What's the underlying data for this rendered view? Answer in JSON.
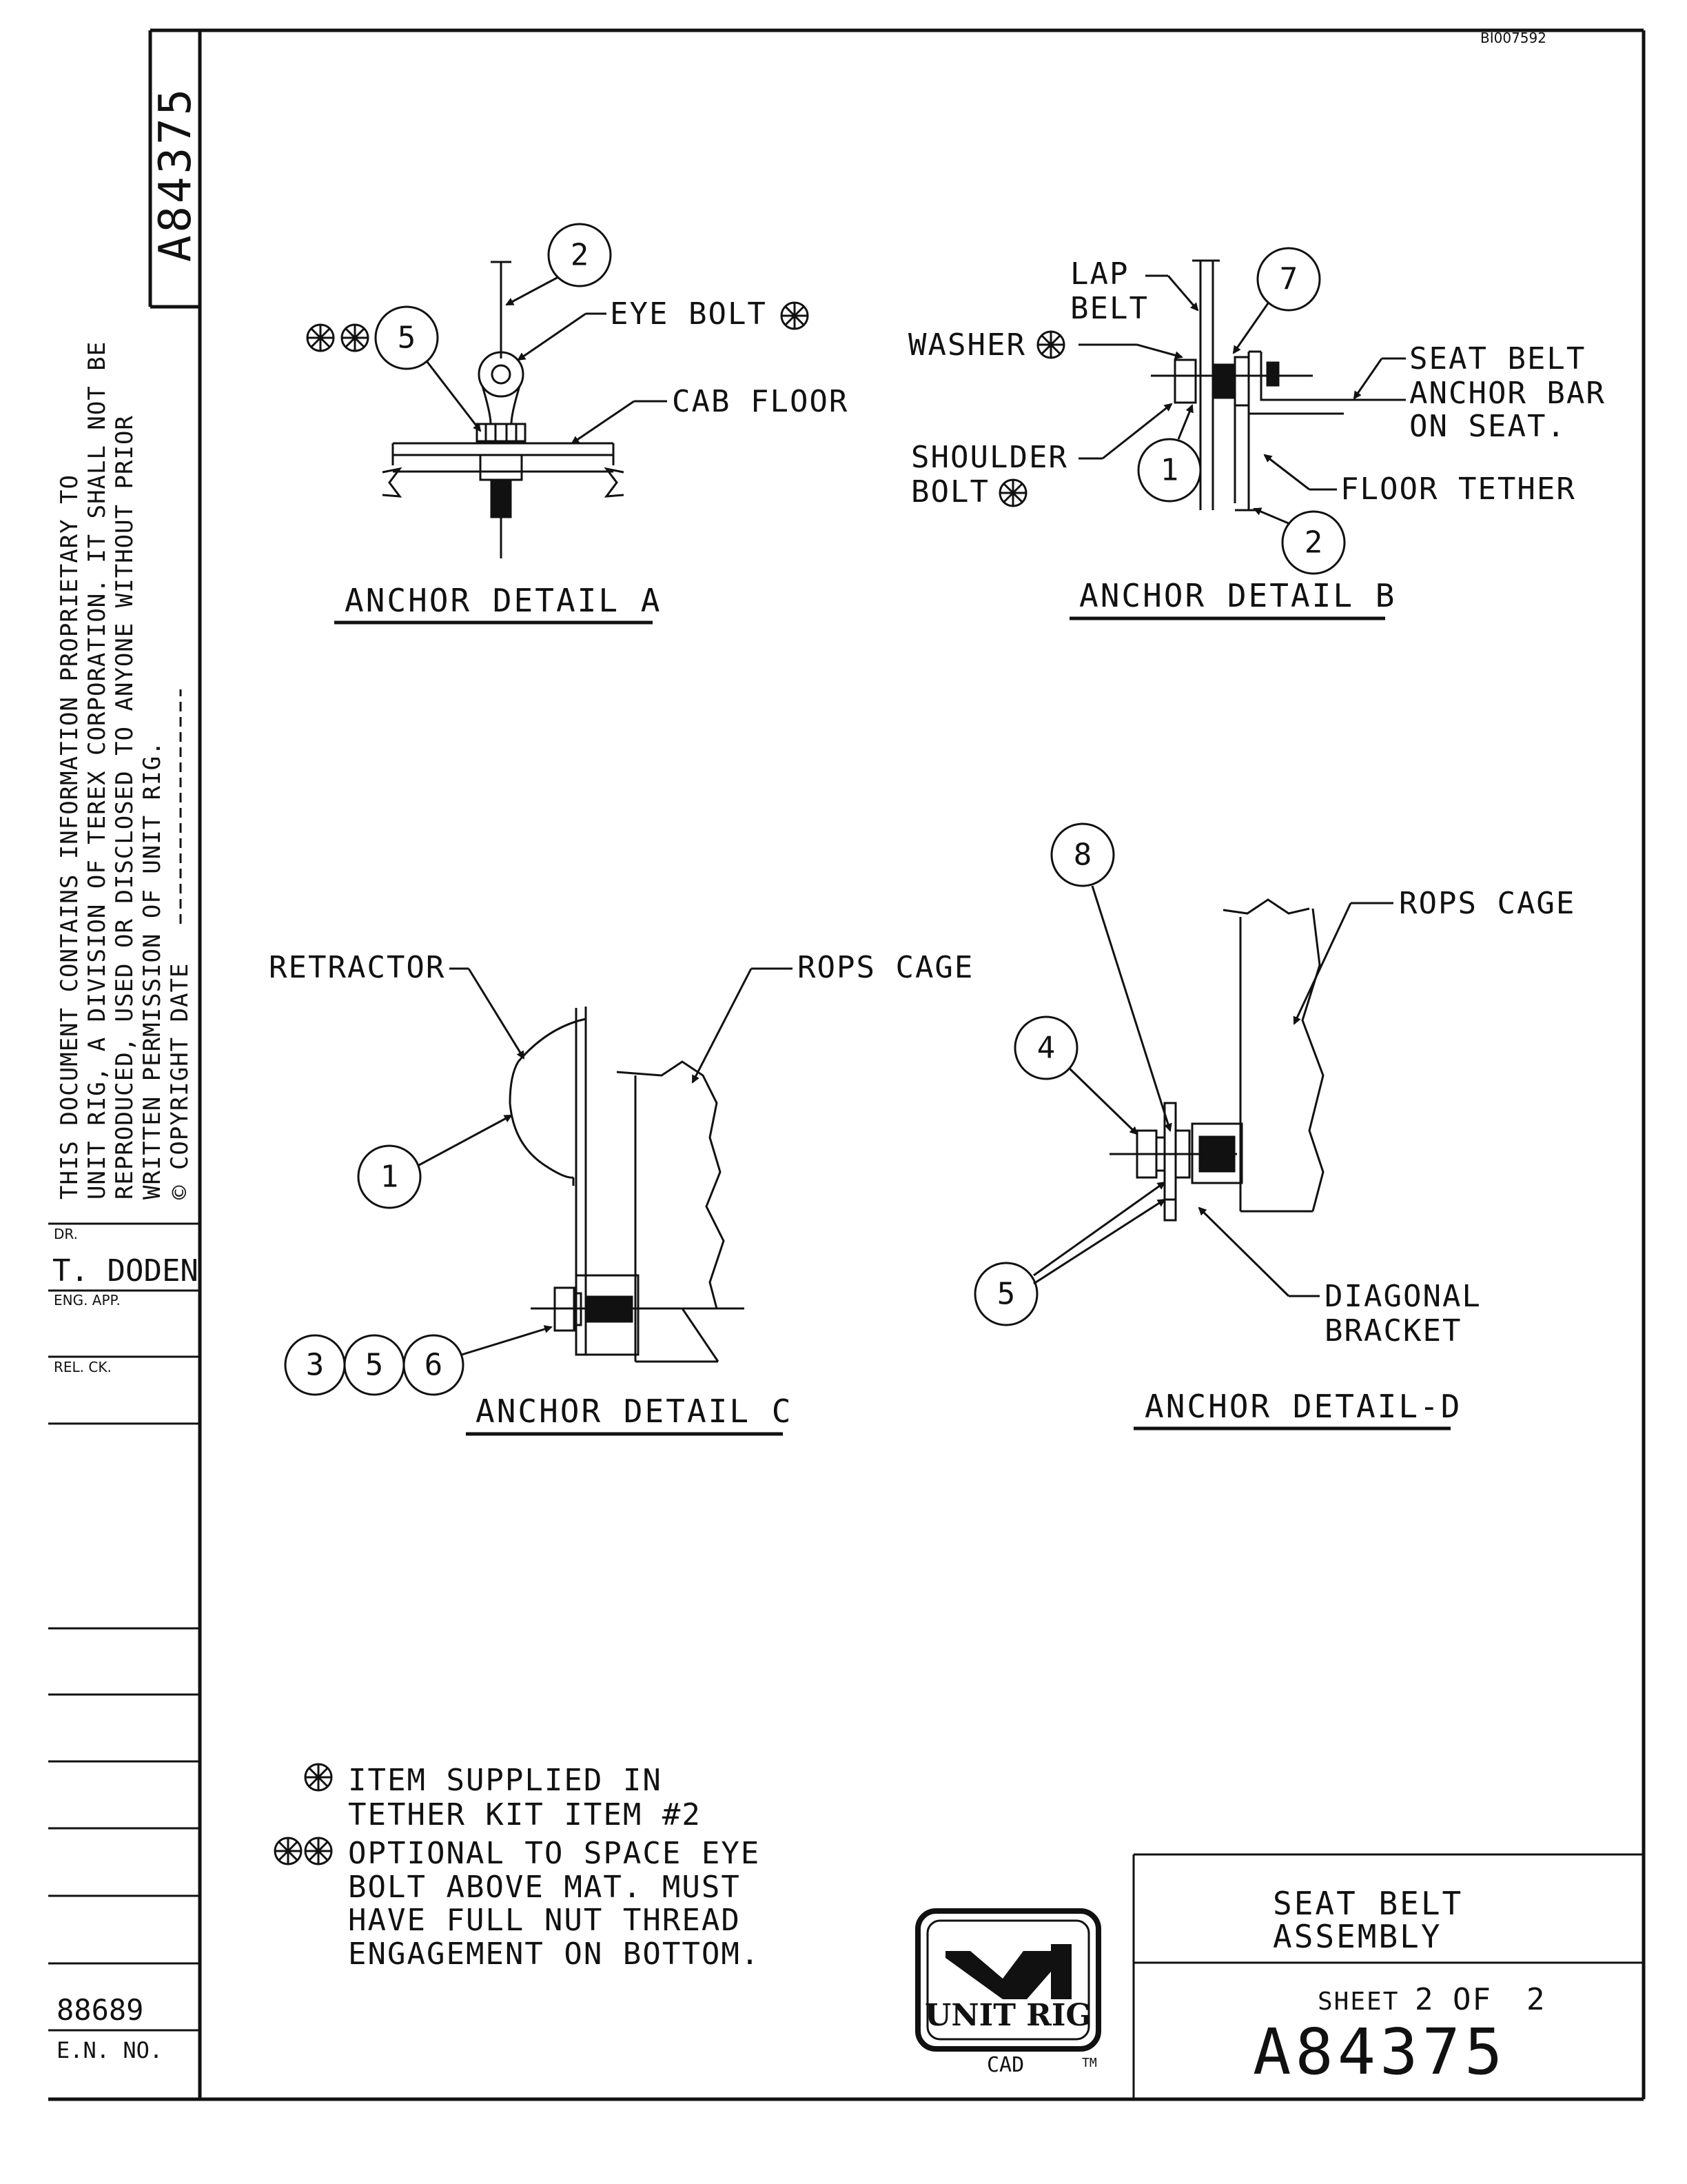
{
  "doc_ref": "BI007592",
  "vertical_number": "A84375",
  "proprietary_notice": {
    "line1": "THIS DOCUMENT CONTAINS INFORMATION PROPRIETARY TO",
    "line2": "UNIT RIG, A DIVISION OF TEREX CORPORATION. IT SHALL NOT BE",
    "line3": "REPRODUCED, USED OR DISCLOSED TO ANYONE WITHOUT PRIOR",
    "line4": "WRITTEN PERMISSION OF UNIT RIG.",
    "line5": "© COPYRIGHT DATE"
  },
  "left_block": {
    "dr_label": "DR.",
    "dr_value": "T. DODEN",
    "eng_app_label": "ENG. APP.",
    "rel_ck_label": "REL. CK.",
    "en_value": "88689",
    "en_label": "E.N. NO."
  },
  "detail_a": {
    "title": "ANCHOR DETAIL A",
    "eye_bolt": "EYE BOLT",
    "cab_floor": "CAB FLOOR",
    "balloon_top": "2",
    "balloon_left": "5"
  },
  "detail_b": {
    "title": "ANCHOR DETAIL B",
    "lap": "LAP",
    "belt": "BELT",
    "washer": "WASHER",
    "shoulder": "SHOULDER",
    "bolt": "BOLT",
    "seat_belt": "SEAT BELT",
    "anchor_bar": "ANCHOR BAR",
    "on_seat": "ON SEAT.",
    "floor_tether": "FLOOR TETHER",
    "balloon_7": "7",
    "balloon_1": "1",
    "balloon_2": "2"
  },
  "detail_c": {
    "title": "ANCHOR DETAIL C",
    "retractor": "RETRACTOR",
    "rops_cage": "ROPS CAGE",
    "balloon_1": "1",
    "balloon_3": "3",
    "balloon_5": "5",
    "balloon_6": "6"
  },
  "detail_d": {
    "title": "ANCHOR DETAIL-D",
    "rops_cage": "ROPS CAGE",
    "diagonal": "DIAGONAL",
    "bracket": "BRACKET",
    "balloon_8": "8",
    "balloon_4": "4",
    "balloon_5": "5"
  },
  "notes": {
    "note1_line1": "ITEM SUPPLIED IN",
    "note1_line2": "TETHER KIT ITEM #2",
    "note2_line1": "OPTIONAL TO SPACE EYE",
    "note2_line2": "BOLT ABOVE MAT. MUST",
    "note2_line3": "HAVE FULL NUT THREAD",
    "note2_line4": "ENGAGEMENT ON BOTTOM."
  },
  "logo": {
    "name": "UNIT RIG",
    "cad": "CAD",
    "tm": "TM"
  },
  "title_block": {
    "title_line1": "SEAT BELT",
    "title_line2": "ASSEMBLY",
    "sheet_label": "SHEET",
    "sheet_no": "2",
    "of_label": "OF",
    "sheet_total": "2",
    "drawing_number": "A84375"
  }
}
